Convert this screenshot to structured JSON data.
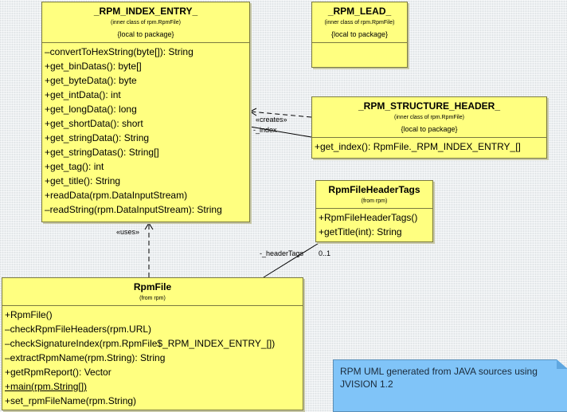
{
  "classes": {
    "rpm_index_entry": {
      "name": "_RPM_INDEX_ENTRY_",
      "subtitle": "(inner class of rpm.RpmFile)",
      "scope": "{local to package}",
      "operations": [
        "–convertToHexString(byte[]): String",
        "+get_binDatas(): byte[]",
        "+get_byteData(): byte",
        "+get_intData(): int",
        "+get_longData(): long",
        "+get_shortData(): short",
        "+get_stringData(): String",
        "+get_stringDatas(): String[]",
        "+get_tag(): int",
        "+get_title(): String",
        "+readData(rpm.DataInputStream)",
        "–readString(rpm.DataInputStream): String"
      ]
    },
    "rpm_lead": {
      "name": "_RPM_LEAD_",
      "subtitle": "(inner class of rpm.RpmFile)",
      "scope": "{local to package}"
    },
    "rpm_structure_header": {
      "name": "_RPM_STRUCTURE_HEADER_",
      "subtitle": "(inner class of rpm.RpmFile)",
      "scope": "{local to package}",
      "operations": [
        "+get_index(): RpmFile._RPM_INDEX_ENTRY_[]"
      ]
    },
    "rpm_file_header_tags": {
      "name": "RpmFileHeaderTags",
      "subtitle": "(from rpm)",
      "operations": [
        "+RpmFileHeaderTags()",
        "+getTitle(int): String"
      ]
    },
    "rpm_file": {
      "name": "RpmFile",
      "subtitle": "(from rpm)",
      "operations": [
        "+RpmFile()",
        "–checkRpmFileHeaders(rpm.URL)",
        "–checkSignatureIndex(rpm.RpmFile$_RPM_INDEX_ENTRY_[])",
        "–extractRpmName(rpm.String): String",
        "+getRpmReport(): Vector",
        "+main(rpm.String[])",
        "+set_rpmFileName(rpm.String)"
      ]
    }
  },
  "relations": {
    "creates_label": "«creates»",
    "index_label": "-_index",
    "uses_label": "«uses»",
    "header_tags_label": "-_headerTags",
    "multiplicity": "0..1"
  },
  "note": {
    "text": "RPM UML generated from JAVA sources using JVISION 1.2"
  },
  "colors": {
    "class_fill": "#ffff80",
    "class_border": "#7a7a40",
    "note_fill": "#80c4f8"
  }
}
